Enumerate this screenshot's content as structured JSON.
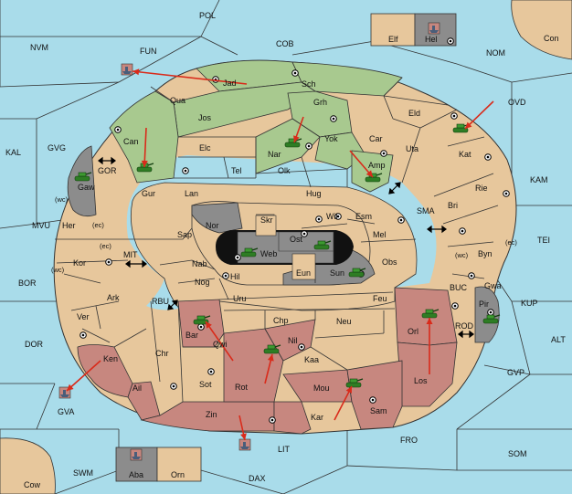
{
  "colors": {
    "sea": "#a9dcea",
    "land": "#e7c79c",
    "green": "#a8c98f",
    "red": "#c7877f",
    "grey": "#8c8c8c",
    "arrow": "#d92b1b",
    "unit": "#2e7d24"
  },
  "sea_regions": [
    "POL",
    "NVM",
    "FUN",
    "COB",
    "NOM",
    "Con",
    "KAL",
    "GVG",
    "OVD",
    "KAM",
    "MVU",
    "TEI",
    "BOR",
    "MIT",
    "SMA",
    "ALT",
    "DOR",
    "KUP",
    "GVP",
    "GVA",
    "FRO",
    "SOM",
    "SWM",
    "DAX",
    "LIT",
    "Cow",
    "RBU",
    "BUC",
    "ROD",
    "GOR"
  ],
  "territories": [
    "Jad",
    "Sch",
    "Qua",
    "Jos",
    "Grh",
    "Eld",
    "Can",
    "Nar",
    "Yok",
    "Car",
    "Uta",
    "Kat",
    "Elc",
    "Tel",
    "Amp",
    "Olk",
    "Gur",
    "Lan",
    "Hug",
    "Rie",
    "Bri",
    "Gaw",
    "Her",
    "Nor",
    "Skr",
    "Wil",
    "Esm",
    "Sap",
    "Ost",
    "Web",
    "Mel",
    "Byn",
    "Kor",
    "Nab",
    "Eun",
    "Sun",
    "Obs",
    "Gwa",
    "Pir",
    "Hil",
    "Nog",
    "Ark",
    "Uru",
    "Feu",
    "Ver",
    "Chp",
    "Neu",
    "Orl",
    "Bar",
    "Qwi",
    "Nil",
    "Chr",
    "Ken",
    "Kaa",
    "Rot",
    "Sot",
    "Ail",
    "Mou",
    "Los",
    "Zin",
    "Kar",
    "Sam",
    "Elf",
    "Hel",
    "Aba",
    "Orn"
  ],
  "tags": {
    "wc": "(wc)",
    "ec": "(ec)"
  }
}
